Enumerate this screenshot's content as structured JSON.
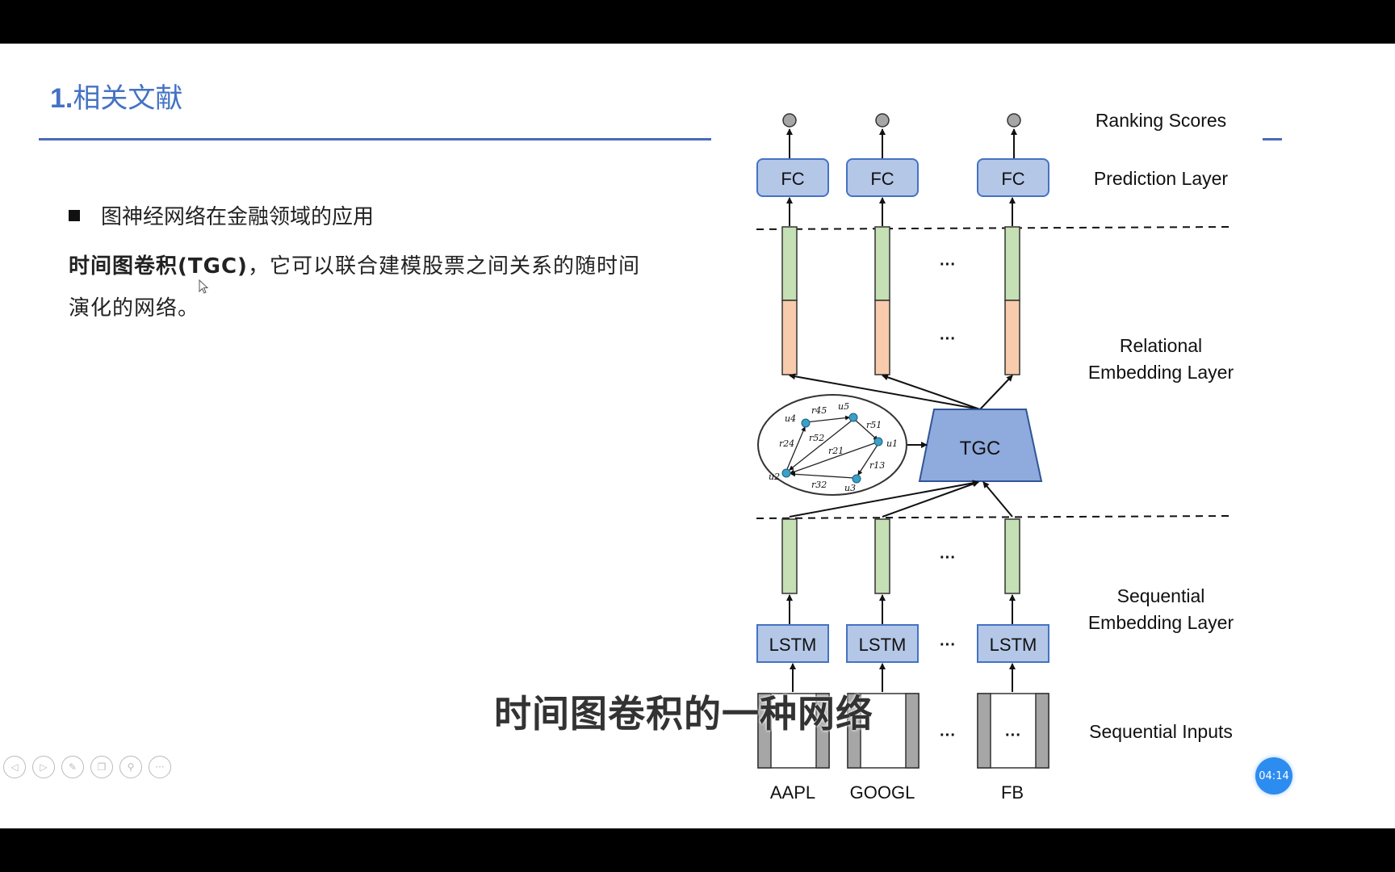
{
  "slide": {
    "title_num": "1.",
    "title_text": "相关文献",
    "bullet": "图神经网络在金融领域的应用",
    "para_bold": "时间图卷积(TGC)",
    "para_rest": "，它可以联合建模股票之间关系的随时间演化的网络。",
    "subtitle": "时间图卷积的一种网络"
  },
  "diagram": {
    "layers": {
      "ranking": "Ranking Scores",
      "prediction": "Prediction Layer",
      "relational_1": "Relational",
      "relational_2": "Embedding Layer",
      "sequential_1": "Sequential",
      "sequential_2": "Embedding Layer",
      "inputs": "Sequential Inputs"
    },
    "fc_label": "FC",
    "lstm_label": "LSTM",
    "tgc_label": "TGC",
    "ellipsis": "···",
    "stocks": [
      "AAPL",
      "GOOGL",
      "FB"
    ],
    "graph_nodes": [
      "u4",
      "u5",
      "u1",
      "u2",
      "u3"
    ],
    "graph_edges": [
      "r45",
      "r51",
      "r52",
      "r24",
      "r21",
      "r13",
      "r32"
    ],
    "colors": {
      "box_fill": "#b4c7e7",
      "box_stroke": "#4472c4",
      "green": "#c5e0b4",
      "orange": "#f8cbad",
      "node": "#3aa0c8",
      "accent": "#4472c4"
    }
  },
  "player": {
    "toolbar_icons": [
      "prev-icon",
      "next-icon",
      "pen-icon",
      "copy-icon",
      "zoom-icon",
      "more-icon"
    ],
    "timer": "04:14"
  }
}
